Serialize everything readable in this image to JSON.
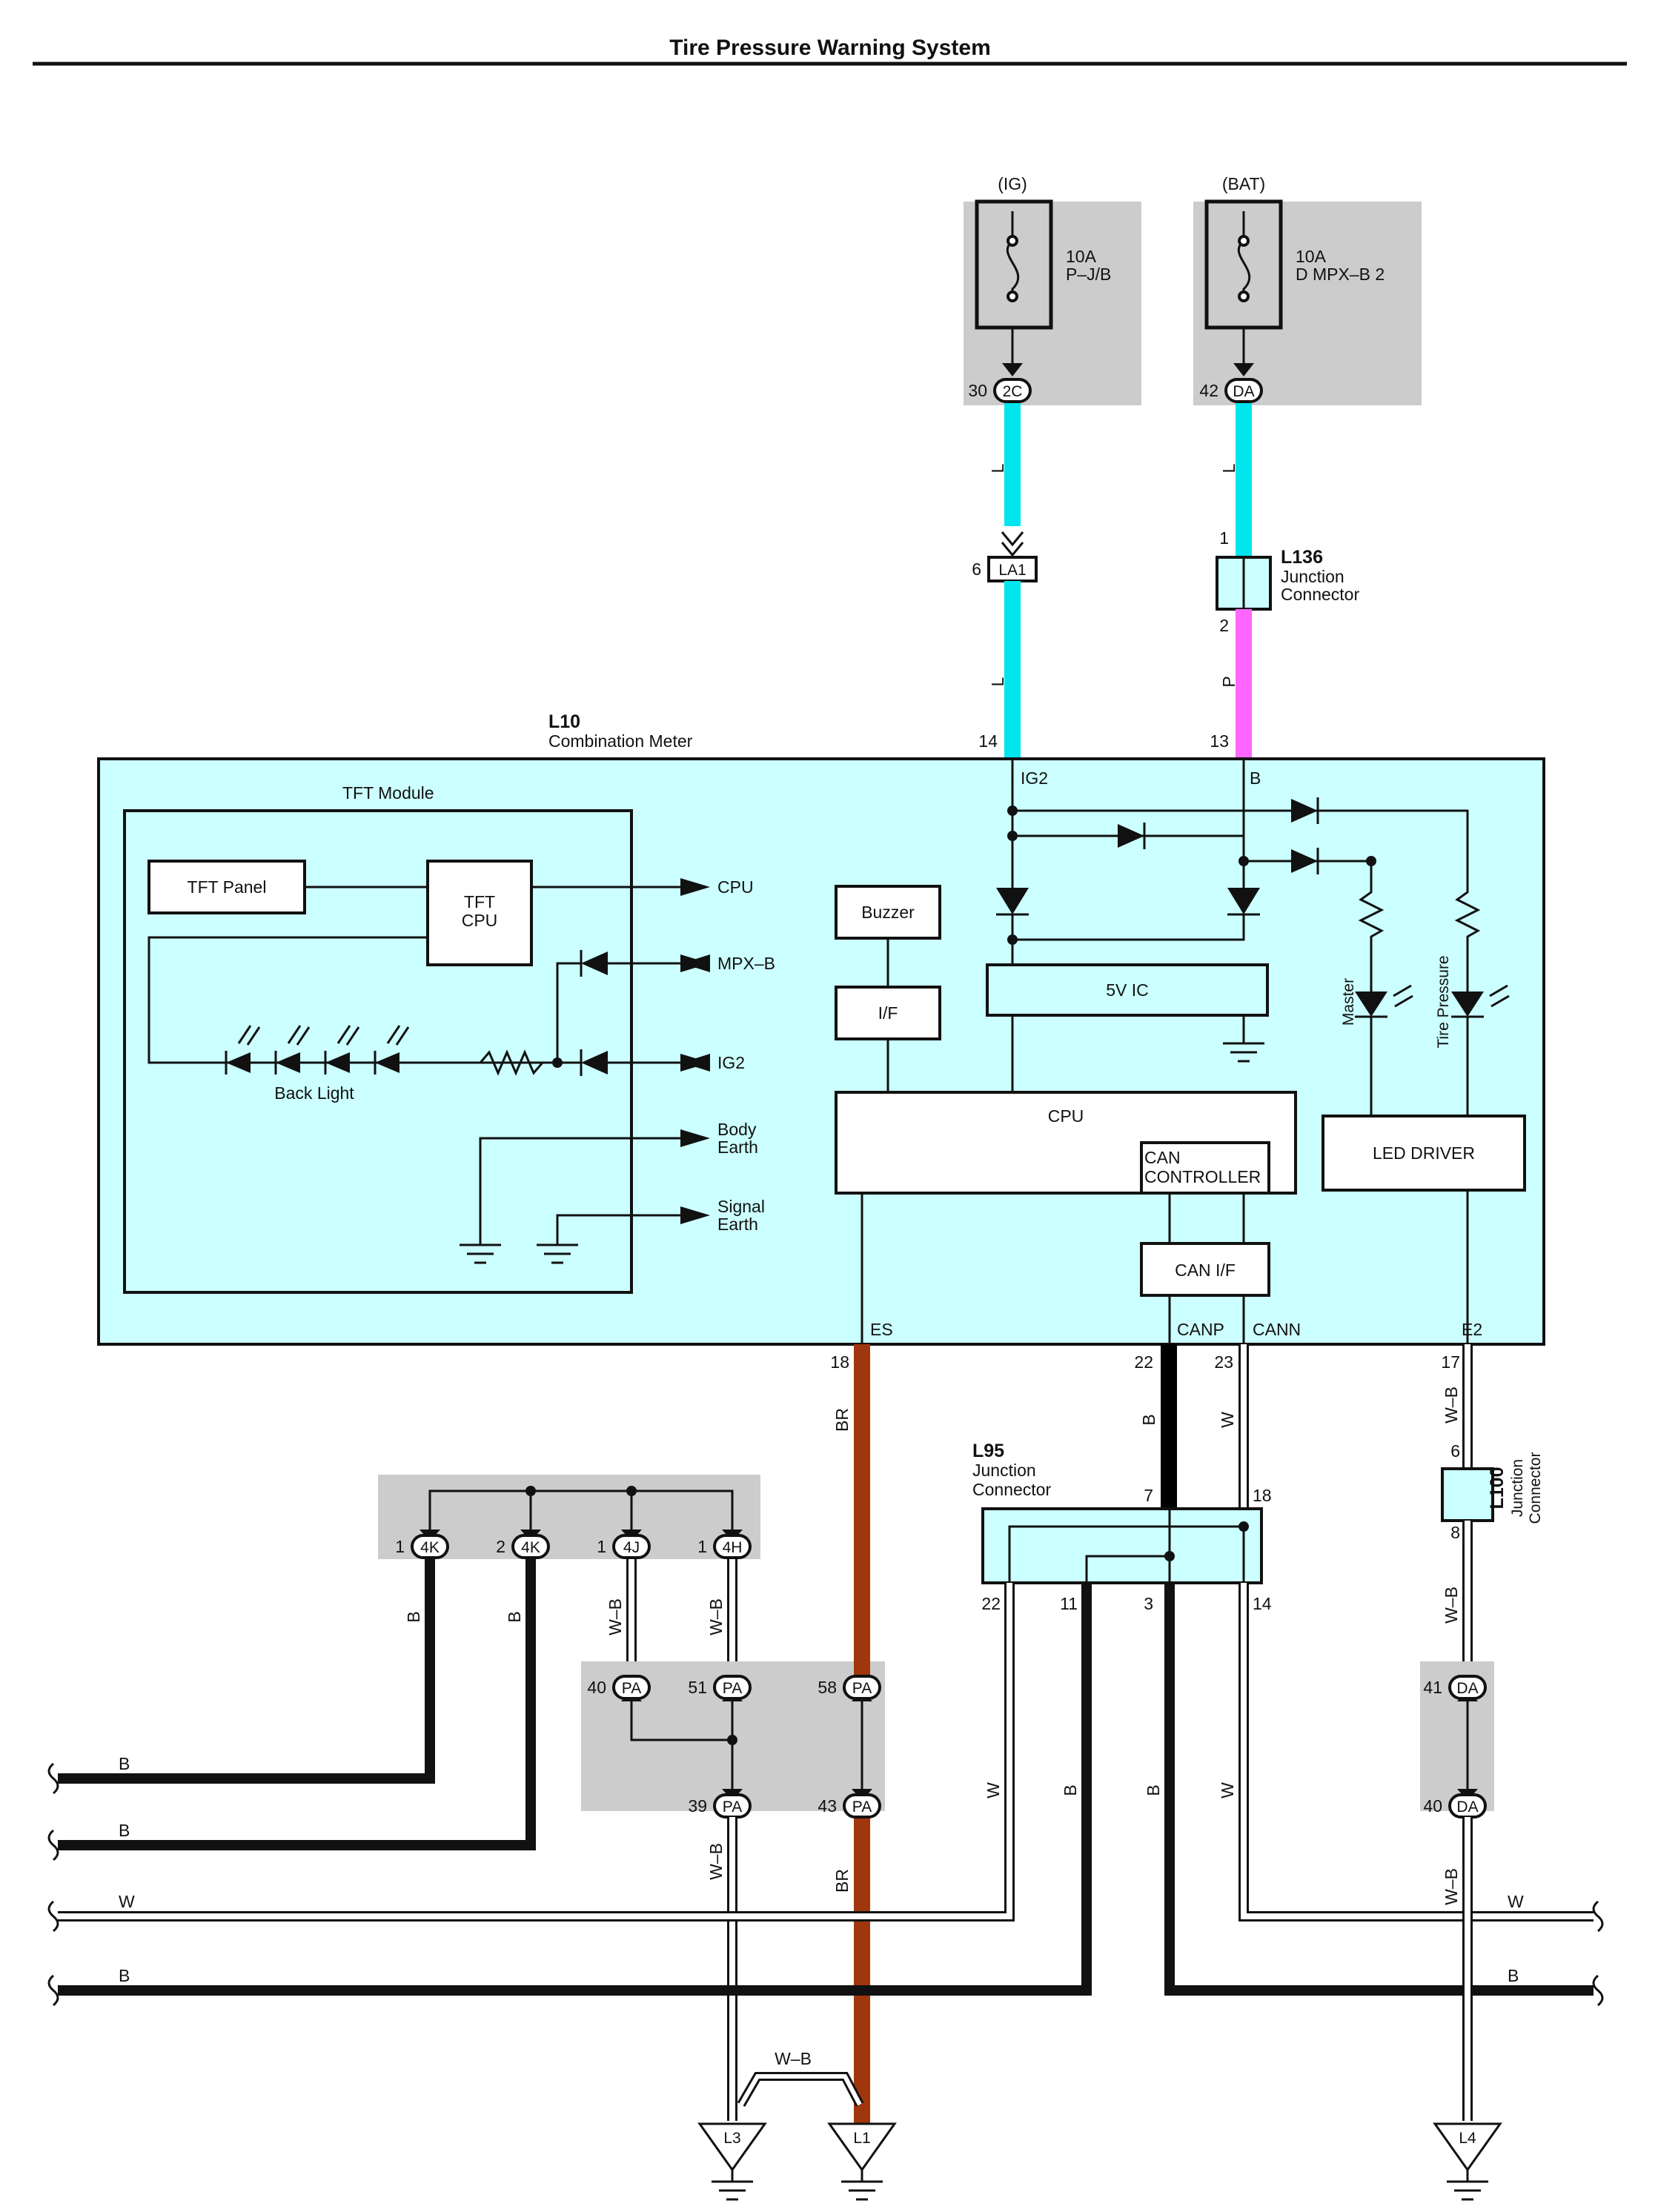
{
  "title": "Tire Pressure Warning System",
  "fuses": [
    {
      "source": "(IG)",
      "rating": "10A",
      "name": "P–J/B",
      "pin": "30",
      "connector": "2C"
    },
    {
      "source": "(BAT)",
      "rating": "10A",
      "name": "D MPX–B 2",
      "pin": "42",
      "connector": "DA"
    }
  ],
  "wire_colors": {
    "L": "#00e5ee",
    "P": "#ff66ff",
    "BR": "#a0360e",
    "B": "#000000",
    "W": "#ffffff",
    "WB": "#ffffff"
  },
  "upper_wire_labels": {
    "l1": "L",
    "l2": "L",
    "l3": "L",
    "p": "P"
  },
  "la1": {
    "pin": "6",
    "connector": "LA1"
  },
  "l136": {
    "id": "L136",
    "line1": "Junction",
    "line2": "Connector",
    "pin_top": "1",
    "pin_bottom": "2"
  },
  "l10": {
    "id": "L10",
    "name": "Combination Meter",
    "pin_ig2": "14",
    "pin_b": "13",
    "term_ig2": "IG2",
    "term_b": "B"
  },
  "tft": {
    "title": "TFT Module",
    "panel": "TFT Panel",
    "cpu_line1": "TFT",
    "cpu_line2": "CPU",
    "back_light": "Back Light",
    "out_cpu": "CPU",
    "out_mpxb": "MPX–B",
    "out_ig2": "IG2",
    "out_body1": "Body",
    "out_body2": "Earth",
    "out_signal1": "Signal",
    "out_signal2": "Earth"
  },
  "meter": {
    "buzzer": "Buzzer",
    "if": "I/F",
    "ic5v": "5V IC",
    "cpu": "CPU",
    "can_ctrl1": "CAN",
    "can_ctrl2": "CONTROLLER",
    "can_if": "CAN I/F",
    "led_driver": "LED DRIVER",
    "master": "Master",
    "tire_pressure": "Tire Pressure"
  },
  "bottom_terms": {
    "es": "ES",
    "canp": "CANP",
    "cann": "CANN",
    "e2": "E2"
  },
  "bottom_pins": {
    "es": "18",
    "canp": "22",
    "cann": "23",
    "e2": "17"
  },
  "wire_labels": {
    "br": "BR",
    "b": "B",
    "w": "W",
    "wb": "W–B"
  },
  "l95": {
    "id": "L95",
    "line1": "Junction",
    "line2": "Connector",
    "pin7": "7",
    "pin18": "18",
    "pin22": "22",
    "pin11": "11",
    "pin3": "3",
    "pin14": "14"
  },
  "l100": {
    "id": "L100",
    "line1": "Junction",
    "line2": "Connector",
    "pin_top": "6",
    "pin_bottom": "8"
  },
  "ground_conn": [
    {
      "pin": "1",
      "connector": "4K"
    },
    {
      "pin": "2",
      "connector": "4K"
    },
    {
      "pin": "1",
      "connector": "4J"
    },
    {
      "pin": "1",
      "connector": "4H"
    }
  ],
  "pa_block": [
    {
      "pin": "40",
      "connector": "PA"
    },
    {
      "pin": "51",
      "connector": "PA"
    },
    {
      "pin": "58",
      "connector": "PA"
    },
    {
      "pin": "39",
      "connector": "PA"
    },
    {
      "pin": "43",
      "connector": "PA"
    }
  ],
  "da_block": [
    {
      "pin": "41",
      "connector": "DA"
    },
    {
      "pin": "40",
      "connector": "DA"
    }
  ],
  "grounds": [
    "L3",
    "L1",
    "L4"
  ],
  "continuation": {
    "b1": "B",
    "b2": "B",
    "w_left": "W",
    "b_left": "B",
    "w_right": "W",
    "b_right": "B",
    "wb_ground": "W–B"
  }
}
